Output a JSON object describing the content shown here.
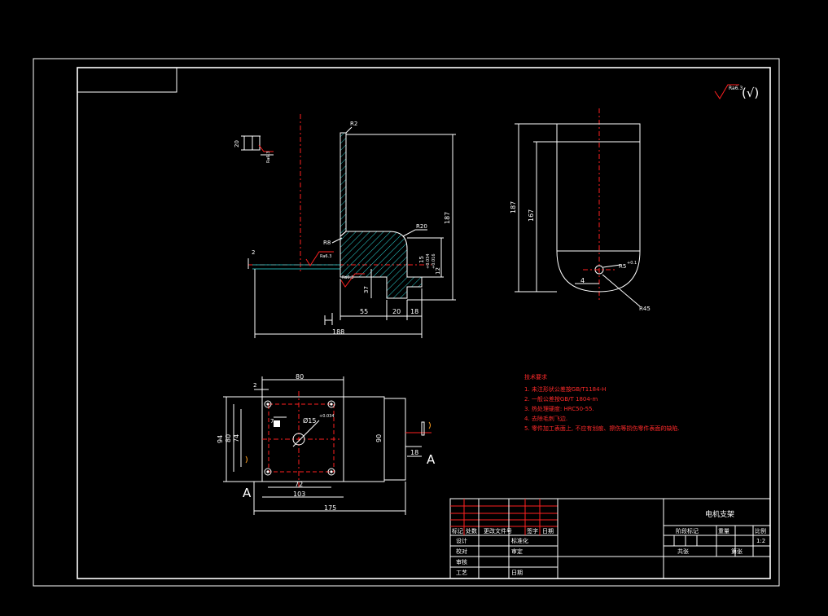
{
  "roughness_symbol": {
    "value": "Ra6.3",
    "suffix": "(√)"
  },
  "front_view": {
    "labels": {
      "r2": "R2",
      "r20": "R20",
      "r8": "R8",
      "d20": "20",
      "d187": "187",
      "d2": "2",
      "d55": "55",
      "d20b": "20",
      "d18": "18",
      "d188": "188",
      "tol15": "15",
      "tol15_sup": "+0.034",
      "tol15_sub": "+0.016",
      "d12": "12",
      "tol37": "37",
      "ra1": "Ra6.3",
      "ra2": "Ra6.3",
      "ra3": "Ra6.3"
    }
  },
  "side_view": {
    "labels": {
      "d187": "187",
      "d167": "167",
      "d4": "4",
      "r5": "R5",
      "r5_tol": "+0.1",
      "r45": "R45"
    }
  },
  "top_view": {
    "labels": {
      "d80": "80",
      "d2": "2",
      "d94": "94",
      "d80b": "80",
      "d74": "74",
      "d90": "90",
      "d72": "72",
      "d103": "103",
      "d175": "175",
      "d18": "18",
      "d7": "7",
      "phi15": "Ø15",
      "phi15_tol": "+0.034",
      "sect_a": "A",
      "sect_a2": "A"
    }
  },
  "tech_notes": {
    "title": "技术要求",
    "items": [
      "1. 未注形状公差按GB/T1184-H",
      "2. 一般公差按GB/T 1804-m",
      "3. 热处理硬度: HRC50-55.",
      "4. 去除毛刺飞边.",
      "5. 零件加工表面上, 不应有划痕、擦伤等损伤零件表面的缺陷."
    ]
  },
  "title_block": {
    "part_name": "电机支架",
    "headers": [
      "标记",
      "处数",
      "更改文件号",
      "签字",
      "日期"
    ],
    "roles": [
      "设计",
      "校对",
      "审核",
      "工艺"
    ],
    "std": "标准化",
    "approve": "审定",
    "date": "日期",
    "stage_mark": "阶段标记",
    "weight": "重量",
    "scale_label": "比例",
    "scale_value": "1:2",
    "sheets_total": "共张",
    "sheet_no": "第张"
  }
}
